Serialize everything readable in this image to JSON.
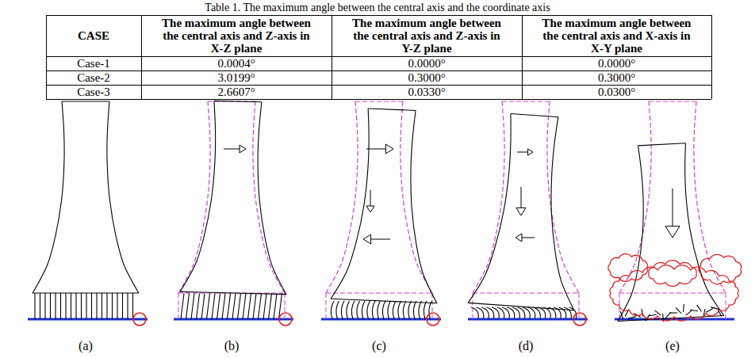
{
  "diagram": {
    "title": "Table 1. The maximum angle between the central axis and the coordinate axis",
    "labels": [
      "CASE",
      "The maximum angle between the central axis and Z-axis in X-Z plane",
      "The maximum angle between the central axis and Z-axis in Y-Z plane",
      "The maximum angle between the central axis and X-axis in X-Y plane",
      "Case-1",
      "0.0004°",
      "0.0000°",
      "0.0000°",
      "Case-2",
      "3.0199°",
      "0.3000°",
      "0.3000°",
      "Case-3",
      "2.6607°",
      "0.0330°",
      "0.0300°",
      "(a)",
      "(b)",
      "(c)",
      "(d)",
      "(e)"
    ]
  }
}
